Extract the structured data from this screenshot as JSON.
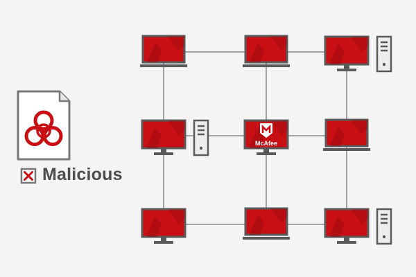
{
  "colors": {
    "background": "#f4f4f4",
    "red": "#c80f14",
    "red_dark": "#9d0b10",
    "device_gray": "#5a5a5a",
    "tower_fill": "#ededed",
    "line": "#8a8a8a",
    "doc_fill": "#ffffff",
    "doc_stroke": "#777777",
    "text": "#4d4d4d"
  },
  "file": {
    "icon": "biohazard-icon",
    "status_icon": "x-mark-icon",
    "status_label": "Malicious"
  },
  "protected_node": {
    "icon": "mcafee-shield-icon",
    "brand_label": "McAfee"
  },
  "nodes": [
    {
      "id": "n-tl",
      "type": "laptop"
    },
    {
      "id": "n-tm",
      "type": "laptop"
    },
    {
      "id": "n-tr",
      "type": "desktop",
      "tower": true
    },
    {
      "id": "n-ml",
      "type": "desktop",
      "tower": true
    },
    {
      "id": "n-mm",
      "type": "desktop",
      "protected": true
    },
    {
      "id": "n-mr",
      "type": "laptop"
    },
    {
      "id": "n-bl",
      "type": "desktop"
    },
    {
      "id": "n-bm",
      "type": "laptop"
    },
    {
      "id": "n-br",
      "type": "desktop",
      "tower": true
    }
  ],
  "links": [
    [
      "n-tl",
      "n-tm"
    ],
    [
      "n-tm",
      "n-tr"
    ],
    [
      "n-ml",
      "n-mm"
    ],
    [
      "n-mm",
      "n-mr"
    ],
    [
      "n-bl",
      "n-bm"
    ],
    [
      "n-bm",
      "n-br"
    ],
    [
      "n-tl",
      "n-ml"
    ],
    [
      "n-ml",
      "n-bl"
    ],
    [
      "n-tm",
      "n-mm"
    ],
    [
      "n-mm",
      "n-bm"
    ],
    [
      "n-tr",
      "n-mr"
    ],
    [
      "n-mr",
      "n-br"
    ]
  ]
}
